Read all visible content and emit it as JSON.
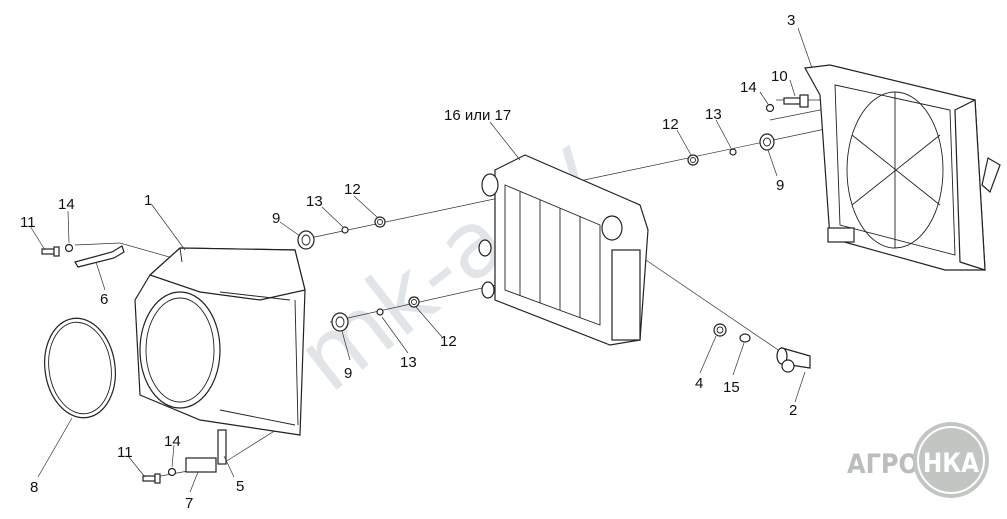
{
  "watermark": "mk-a-ly",
  "logo": {
    "left_text": "АГРО",
    "right_text": "НКА"
  },
  "callouts": {
    "c1": "1",
    "c2": "2",
    "c3": "3",
    "c4": "4",
    "c5": "5",
    "c6": "6",
    "c7": "7",
    "c8": "8",
    "c9a": "9",
    "c9b": "9",
    "c9c": "9",
    "c10": "10",
    "c11a": "11",
    "c11b": "11",
    "c12a": "12",
    "c12b": "12",
    "c12c": "12",
    "c13a": "13",
    "c13b": "13",
    "c13c": "13",
    "c14a": "14",
    "c14b": "14",
    "c14c": "14",
    "c15": "15",
    "c16": "16 или 17"
  }
}
